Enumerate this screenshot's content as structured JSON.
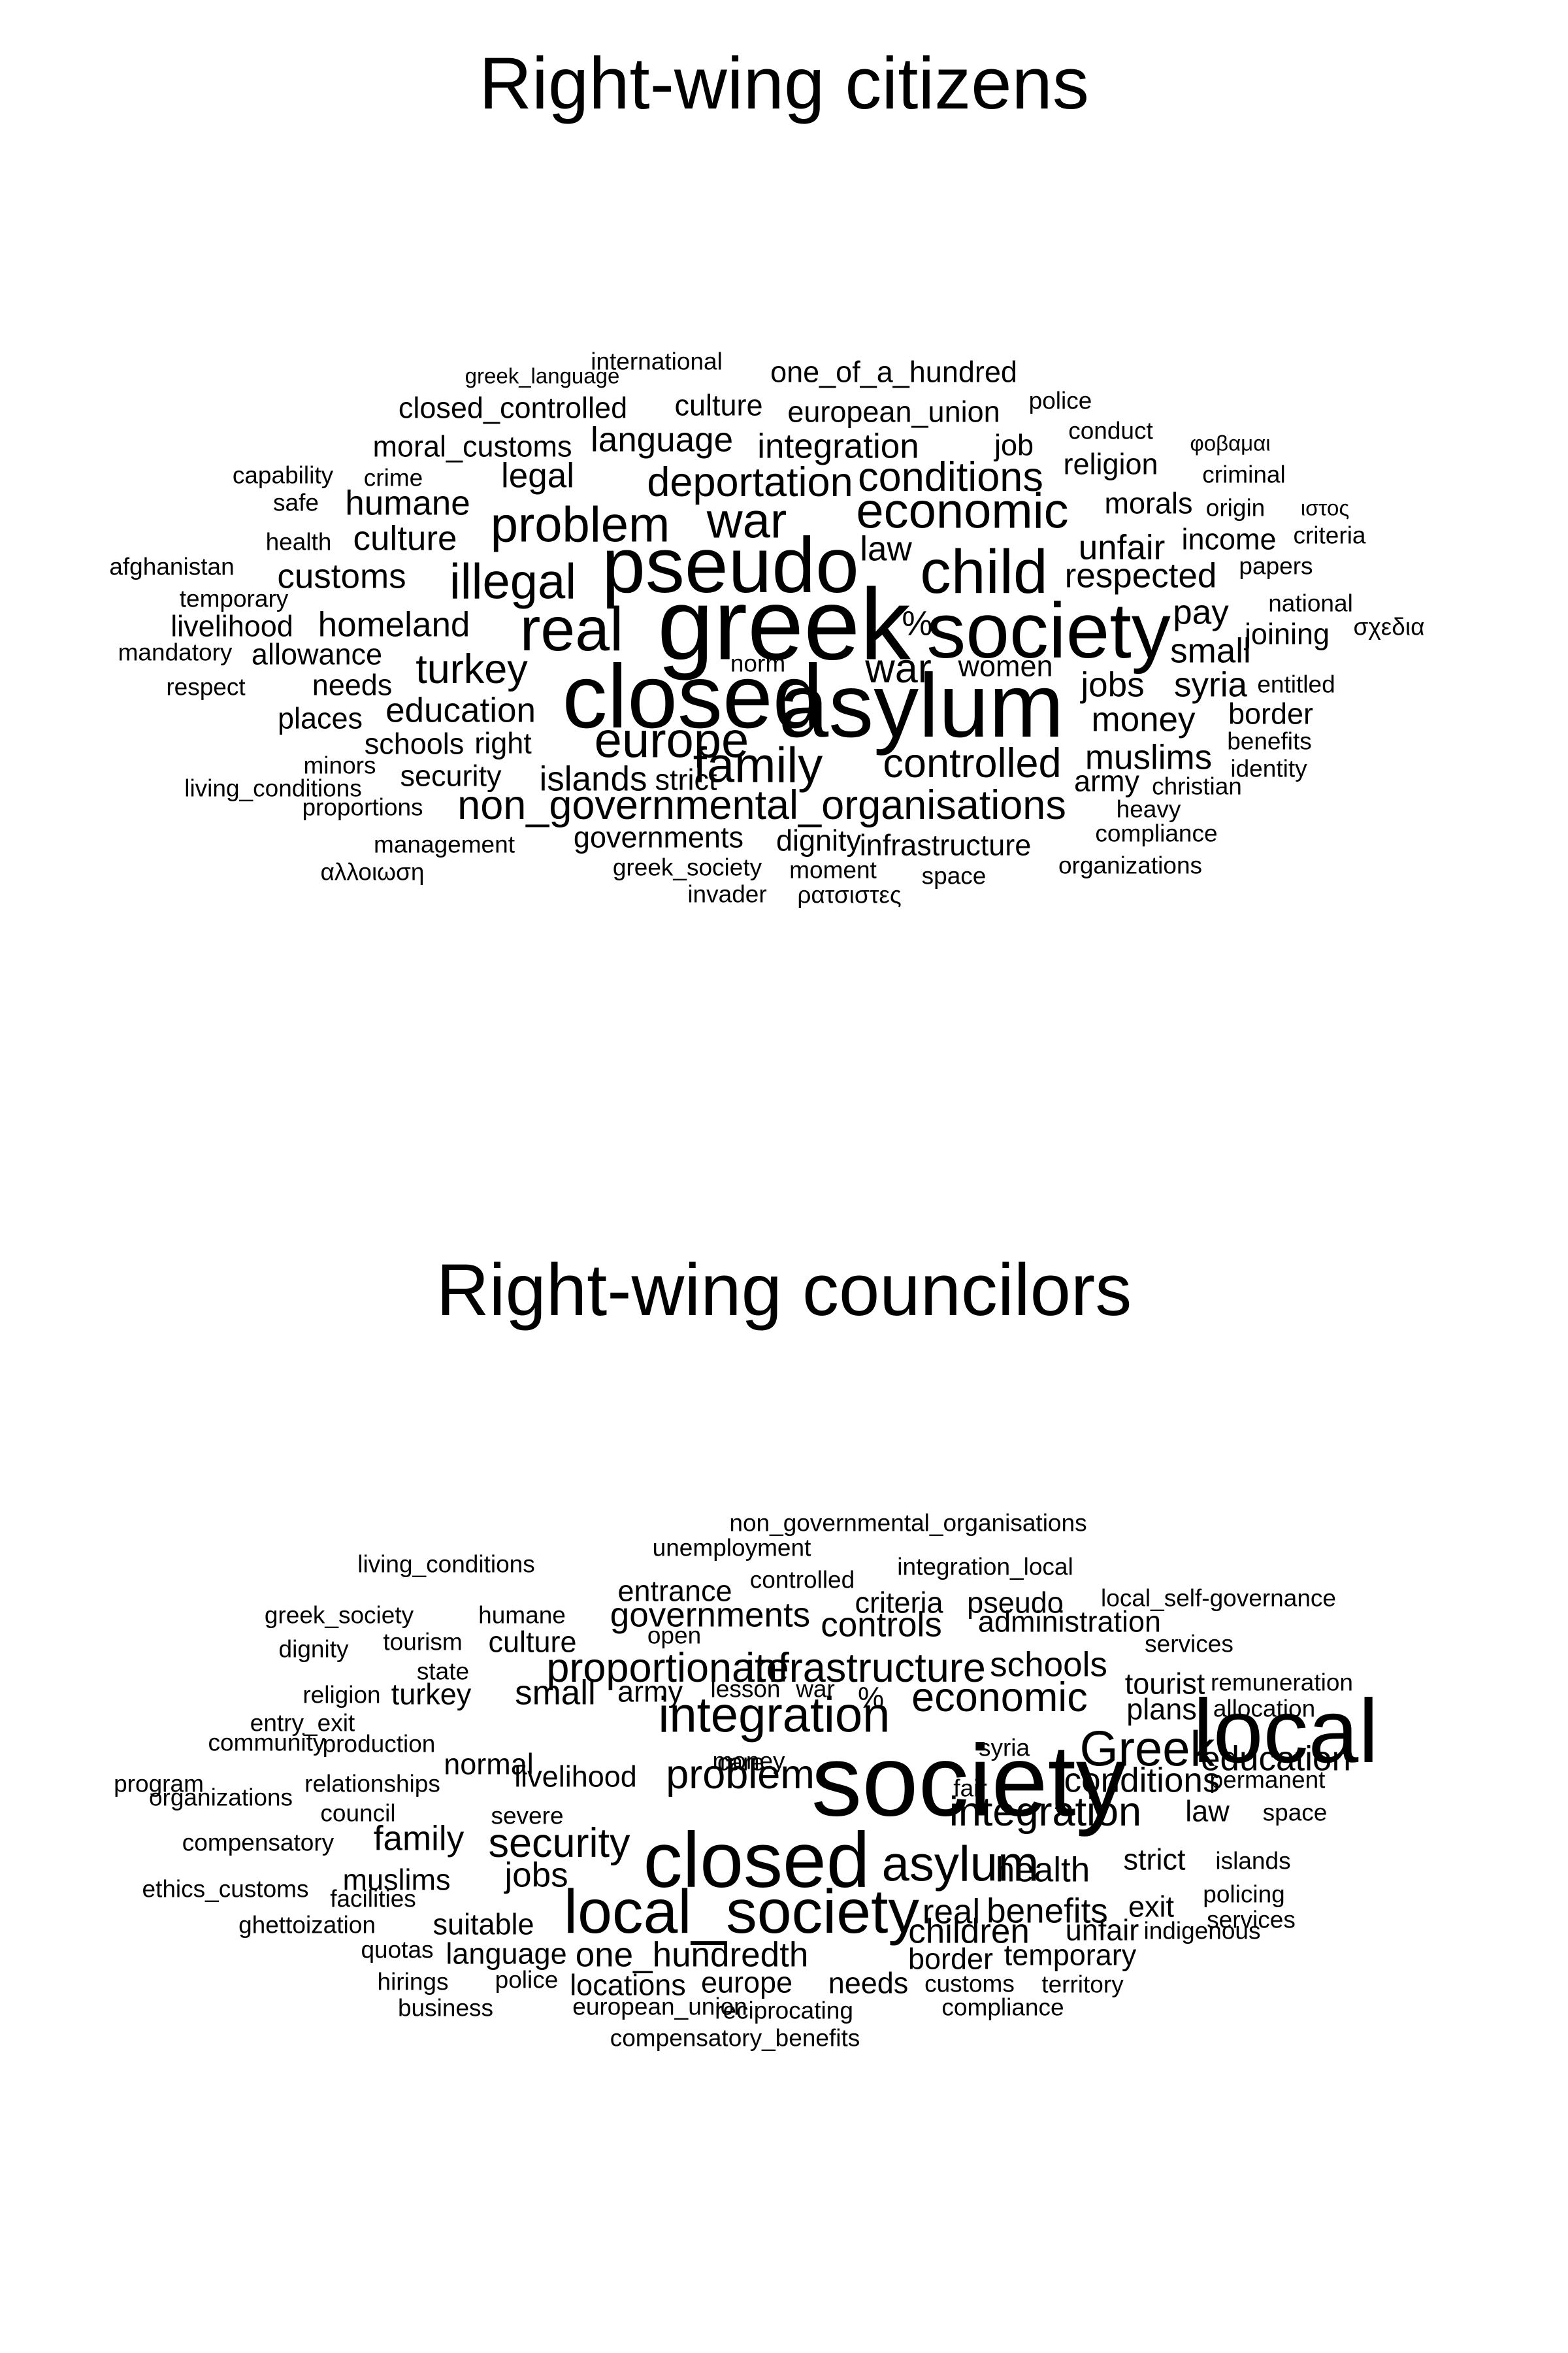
{
  "figures": [
    {
      "title": "Right-wing citizens",
      "words": [
        {
          "text": "international",
          "size": 2
        },
        {
          "text": "greek_language",
          "size": 1
        },
        {
          "text": "one_of_a_hundred",
          "size": 3
        },
        {
          "text": "closed_controlled",
          "size": 3
        },
        {
          "text": "culture",
          "size": 3
        },
        {
          "text": "european_union",
          "size": 3
        },
        {
          "text": "police",
          "size": 2
        },
        {
          "text": "moral_customs",
          "size": 3
        },
        {
          "text": "language",
          "size": 4
        },
        {
          "text": "integration",
          "size": 4
        },
        {
          "text": "job",
          "size": 3
        },
        {
          "text": "conduct",
          "size": 2
        },
        {
          "text": "φοβαμαι",
          "size": 1
        },
        {
          "text": "capability",
          "size": 2
        },
        {
          "text": "crime",
          "size": 2
        },
        {
          "text": "legal",
          "size": 4
        },
        {
          "text": "deportation",
          "size": 5
        },
        {
          "text": "conditions",
          "size": 5
        },
        {
          "text": "religion",
          "size": 3
        },
        {
          "text": "criminal",
          "size": 2
        },
        {
          "text": "safe",
          "size": 2
        },
        {
          "text": "humane",
          "size": 4
        },
        {
          "text": "economic",
          "size": 6
        },
        {
          "text": "morals",
          "size": 3
        },
        {
          "text": "origin",
          "size": 2
        },
        {
          "text": "ιστος",
          "size": 1
        },
        {
          "text": "problem",
          "size": 6
        },
        {
          "text": "war",
          "size": 6
        },
        {
          "text": "health",
          "size": 2
        },
        {
          "text": "culture",
          "size": 4
        },
        {
          "text": "pseudo",
          "size": 8
        },
        {
          "text": "law",
          "size": 4
        },
        {
          "text": "unfair",
          "size": 4
        },
        {
          "text": "income",
          "size": 3
        },
        {
          "text": "criteria",
          "size": 2
        },
        {
          "text": "afghanistan",
          "size": 2
        },
        {
          "text": "customs",
          "size": 4
        },
        {
          "text": "illegal",
          "size": 6
        },
        {
          "text": "child",
          "size": 7
        },
        {
          "text": "respected",
          "size": 4
        },
        {
          "text": "papers",
          "size": 2
        },
        {
          "text": "temporary",
          "size": 2
        },
        {
          "text": "greek",
          "size": 10
        },
        {
          "text": "pay",
          "size": 4
        },
        {
          "text": "national",
          "size": 2
        },
        {
          "text": "livelihood",
          "size": 3
        },
        {
          "text": "homeland",
          "size": 4
        },
        {
          "text": "real",
          "size": 7
        },
        {
          "text": "%",
          "size": 4
        },
        {
          "text": "society",
          "size": 8
        },
        {
          "text": "joining",
          "size": 3
        },
        {
          "text": "σχεδια",
          "size": 2
        },
        {
          "text": "mandatory",
          "size": 2
        },
        {
          "text": "allowance",
          "size": 3
        },
        {
          "text": "small",
          "size": 4
        },
        {
          "text": "turkey",
          "size": 5
        },
        {
          "text": "norm",
          "size": 2
        },
        {
          "text": "war",
          "size": 5
        },
        {
          "text": "women",
          "size": 3
        },
        {
          "text": "respect",
          "size": 2
        },
        {
          "text": "needs",
          "size": 3
        },
        {
          "text": "jobs",
          "size": 4
        },
        {
          "text": "syria",
          "size": 4
        },
        {
          "text": "entitled",
          "size": 2
        },
        {
          "text": "closed",
          "size": 9
        },
        {
          "text": "asylum",
          "size": 9
        },
        {
          "text": "education",
          "size": 4
        },
        {
          "text": "money",
          "size": 4
        },
        {
          "text": "border",
          "size": 3
        },
        {
          "text": "places",
          "size": 3
        },
        {
          "text": "benefits",
          "size": 2
        },
        {
          "text": "schools",
          "size": 3
        },
        {
          "text": "right",
          "size": 3
        },
        {
          "text": "europe",
          "size": 6
        },
        {
          "text": "muslims",
          "size": 4
        },
        {
          "text": "minors",
          "size": 2
        },
        {
          "text": "family",
          "size": 6
        },
        {
          "text": "controlled",
          "size": 5
        },
        {
          "text": "identity",
          "size": 2
        },
        {
          "text": "security",
          "size": 3
        },
        {
          "text": "islands",
          "size": 4
        },
        {
          "text": "strict",
          "size": 3
        },
        {
          "text": "army",
          "size": 3
        },
        {
          "text": "christian",
          "size": 2
        },
        {
          "text": "living_conditions",
          "size": 2
        },
        {
          "text": "non_governmental_organisations",
          "size": 5
        },
        {
          "text": "proportions",
          "size": 2
        },
        {
          "text": "heavy",
          "size": 2
        },
        {
          "text": "governments",
          "size": 3
        },
        {
          "text": "dignity",
          "size": 3
        },
        {
          "text": "compliance",
          "size": 2
        },
        {
          "text": "management",
          "size": 2
        },
        {
          "text": "infrastructure",
          "size": 3
        },
        {
          "text": "αλλοιωση",
          "size": 2
        },
        {
          "text": "greek_society",
          "size": 2
        },
        {
          "text": "moment",
          "size": 2
        },
        {
          "text": "space",
          "size": 2
        },
        {
          "text": "organizations",
          "size": 2
        },
        {
          "text": "invader",
          "size": 2
        },
        {
          "text": "ρατσιστες",
          "size": 2
        }
      ]
    },
    {
      "title": "Right-wing councilors",
      "words": [
        {
          "text": "non_governmental_organisations",
          "size": 2
        },
        {
          "text": "unemployment",
          "size": 2
        },
        {
          "text": "living_conditions",
          "size": 2
        },
        {
          "text": "controlled",
          "size": 2
        },
        {
          "text": "integration_local",
          "size": 2
        },
        {
          "text": "entrance",
          "size": 3
        },
        {
          "text": "criteria",
          "size": 3
        },
        {
          "text": "pseudo",
          "size": 3
        },
        {
          "text": "local_self-governance",
          "size": 2
        },
        {
          "text": "greek_society",
          "size": 2
        },
        {
          "text": "humane",
          "size": 2
        },
        {
          "text": "governments",
          "size": 4
        },
        {
          "text": "administration",
          "size": 3
        },
        {
          "text": "controls",
          "size": 4
        },
        {
          "text": "tourism",
          "size": 2
        },
        {
          "text": "culture",
          "size": 3
        },
        {
          "text": "open",
          "size": 2
        },
        {
          "text": "dignity",
          "size": 2
        },
        {
          "text": "services",
          "size": 2
        },
        {
          "text": "state",
          "size": 2
        },
        {
          "text": "proportionate",
          "size": 5
        },
        {
          "text": "infrastructure",
          "size": 5
        },
        {
          "text": "schools",
          "size": 4
        },
        {
          "text": "tourist",
          "size": 3
        },
        {
          "text": "remuneration",
          "size": 2
        },
        {
          "text": "religion",
          "size": 2
        },
        {
          "text": "turkey",
          "size": 3
        },
        {
          "text": "small",
          "size": 4
        },
        {
          "text": "army",
          "size": 3
        },
        {
          "text": "lesson",
          "size": 2
        },
        {
          "text": "war",
          "size": 2
        },
        {
          "text": "%",
          "size": 3
        },
        {
          "text": "economic",
          "size": 5
        },
        {
          "text": "plans",
          "size": 3
        },
        {
          "text": "allocation",
          "size": 2
        },
        {
          "text": "entry_exit",
          "size": 2
        },
        {
          "text": "integration",
          "size": 6
        },
        {
          "text": "local",
          "size": 9
        },
        {
          "text": "community",
          "size": 2
        },
        {
          "text": "production",
          "size": 2
        },
        {
          "text": "normal",
          "size": 3
        },
        {
          "text": "care",
          "size": 2
        },
        {
          "text": "money",
          "size": 2
        },
        {
          "text": "syria",
          "size": 2
        },
        {
          "text": "Greek",
          "size": 6
        },
        {
          "text": "education",
          "size": 4
        },
        {
          "text": "program",
          "size": 2
        },
        {
          "text": "relationships",
          "size": 2
        },
        {
          "text": "livelihood",
          "size": 3
        },
        {
          "text": "problem",
          "size": 5
        },
        {
          "text": "society",
          "size": 10
        },
        {
          "text": "fair",
          "size": 2
        },
        {
          "text": "conditions",
          "size": 4
        },
        {
          "text": "permanent",
          "size": 2
        },
        {
          "text": "organizations",
          "size": 2
        },
        {
          "text": "council",
          "size": 2
        },
        {
          "text": "severe",
          "size": 2
        },
        {
          "text": "integration",
          "size": 5
        },
        {
          "text": "law",
          "size": 3
        },
        {
          "text": "space",
          "size": 2
        },
        {
          "text": "compensatory",
          "size": 2
        },
        {
          "text": "family",
          "size": 4
        },
        {
          "text": "security",
          "size": 5
        },
        {
          "text": "closed",
          "size": 8
        },
        {
          "text": "asylum",
          "size": 6
        },
        {
          "text": "strict",
          "size": 3
        },
        {
          "text": "islands",
          "size": 2
        },
        {
          "text": "health",
          "size": 4
        },
        {
          "text": "ethics_customs",
          "size": 2
        },
        {
          "text": "muslims",
          "size": 3
        },
        {
          "text": "jobs",
          "size": 4
        },
        {
          "text": "policing",
          "size": 2
        },
        {
          "text": "facilities",
          "size": 2
        },
        {
          "text": "local_society",
          "size": 7
        },
        {
          "text": "real",
          "size": 4
        },
        {
          "text": "benefits",
          "size": 4
        },
        {
          "text": "exit",
          "size": 3
        },
        {
          "text": "services",
          "size": 2
        },
        {
          "text": "ghettoization",
          "size": 2
        },
        {
          "text": "suitable",
          "size": 3
        },
        {
          "text": "children",
          "size": 4
        },
        {
          "text": "unfair",
          "size": 3
        },
        {
          "text": "indigenous",
          "size": 2
        },
        {
          "text": "quotas",
          "size": 2
        },
        {
          "text": "language",
          "size": 3
        },
        {
          "text": "one_hundredth",
          "size": 4
        },
        {
          "text": "border",
          "size": 3
        },
        {
          "text": "temporary",
          "size": 3
        },
        {
          "text": "hirings",
          "size": 2
        },
        {
          "text": "police",
          "size": 2
        },
        {
          "text": "locations",
          "size": 3
        },
        {
          "text": "europe",
          "size": 3
        },
        {
          "text": "needs",
          "size": 3
        },
        {
          "text": "customs",
          "size": 2
        },
        {
          "text": "territory",
          "size": 2
        },
        {
          "text": "business",
          "size": 2
        },
        {
          "text": "european_union",
          "size": 2
        },
        {
          "text": "reciprocating",
          "size": 2
        },
        {
          "text": "compliance",
          "size": 2
        },
        {
          "text": "compensatory_benefits",
          "size": 2
        }
      ]
    }
  ]
}
